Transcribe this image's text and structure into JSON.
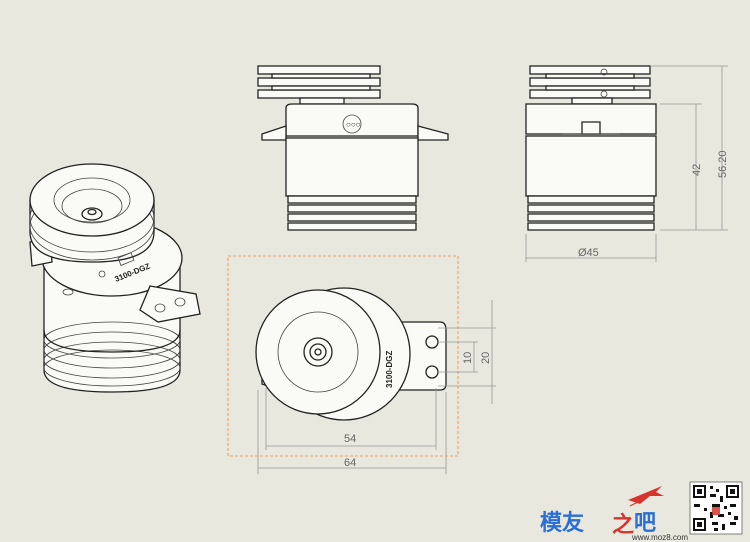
{
  "dimensions": {
    "height_42": "42",
    "height_56_20": "56.20",
    "diameter_45": "Ø45",
    "width_54": "54",
    "width_64": "64",
    "spacing_10": "10",
    "spacing_20": "20"
  },
  "part_marking": "3100-DGZ",
  "watermark": {
    "brand_char_1": "模",
    "brand_char_2": "友",
    "brand_char_3": "之",
    "brand_char_4": "吧",
    "url": "www.moz8.com"
  },
  "colors": {
    "background": "#e8e8df",
    "frame": "#f0a060",
    "brand_blue": "#2b6fd6",
    "brand_red": "#d8342c"
  }
}
